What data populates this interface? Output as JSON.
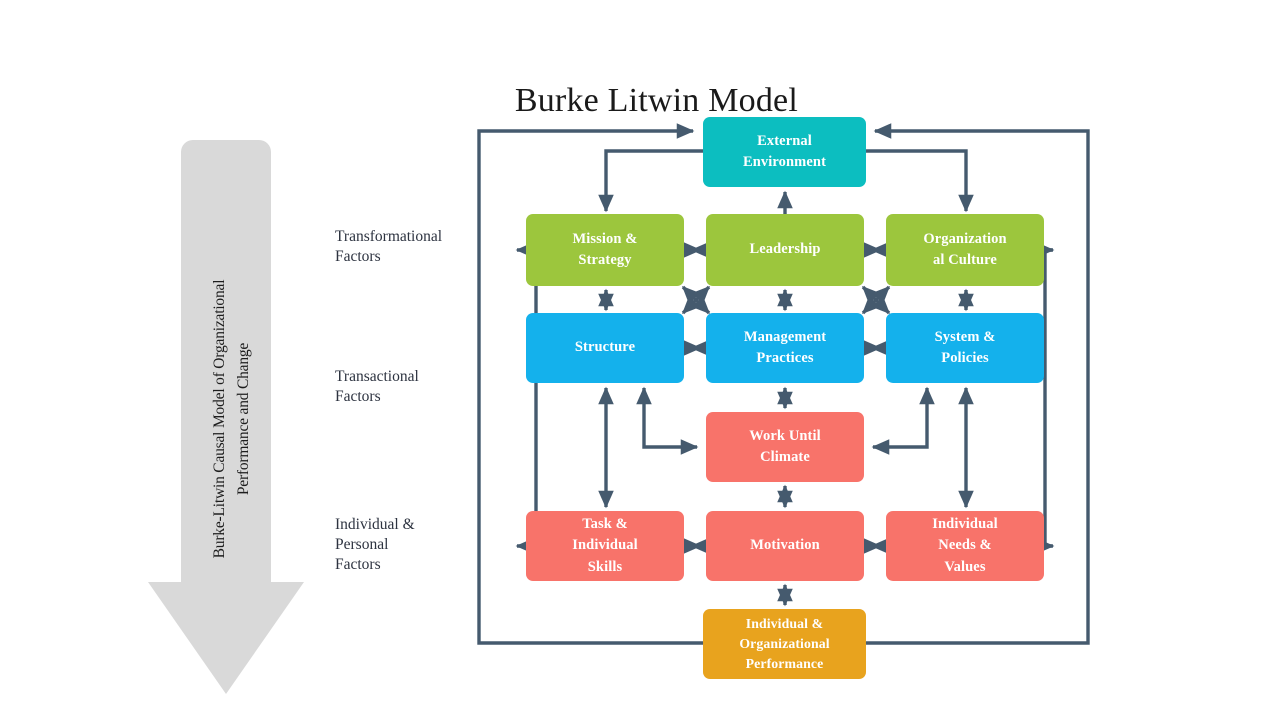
{
  "title": "Burke Litwin Model",
  "colors": {
    "teal": "#0CBEC0",
    "green": "#9CC63D",
    "blue": "#14B1EC",
    "red": "#F8736A",
    "orange": "#E8A31E",
    "connector": "#455A6E",
    "arrow_grey": "#D9D9D9",
    "label_text": "#2D3340",
    "title_text": "#1A1A1A"
  },
  "side_arrow": {
    "name": "burke-litwin-direction-arrow",
    "label_line_1": "Burke-Litwin Causal Model of Organizational",
    "label_line_2": "Performance and Change"
  },
  "categories": [
    {
      "id": "transformational",
      "lines": [
        "Transformational",
        "Factors"
      ]
    },
    {
      "id": "transactional",
      "lines": [
        "Transactional",
        "Factors"
      ]
    },
    {
      "id": "individual-personal",
      "lines": [
        "Individual &",
        "Personal",
        "Factors"
      ]
    }
  ],
  "nodes": [
    {
      "id": "external-environment",
      "lines": [
        "External",
        "Environment"
      ],
      "color": "teal"
    },
    {
      "id": "mission-strategy",
      "lines": [
        "Mission &",
        "Strategy"
      ],
      "color": "green"
    },
    {
      "id": "leadership",
      "lines": [
        "Leadership"
      ],
      "color": "green"
    },
    {
      "id": "organizational-culture",
      "lines": [
        "Organization",
        "al Culture"
      ],
      "color": "green"
    },
    {
      "id": "structure",
      "lines": [
        "Structure"
      ],
      "color": "blue"
    },
    {
      "id": "management-practices",
      "lines": [
        "Management",
        "Practices"
      ],
      "color": "blue"
    },
    {
      "id": "system-policies",
      "lines": [
        "System &",
        "Policies"
      ],
      "color": "blue"
    },
    {
      "id": "work-unit-climate",
      "lines": [
        "Work Until",
        "Climate"
      ],
      "color": "red"
    },
    {
      "id": "task-individual-skills",
      "lines": [
        "Task &",
        "Individual",
        "Skills"
      ],
      "color": "red"
    },
    {
      "id": "motivation",
      "lines": [
        "Motivation"
      ],
      "color": "red"
    },
    {
      "id": "individual-needs-values",
      "lines": [
        "Individual",
        "Needs &",
        "Values"
      ],
      "color": "red"
    },
    {
      "id": "individual-organizational-performance",
      "lines": [
        "Individual &",
        "Organizational",
        "Performance"
      ],
      "color": "orange"
    }
  ]
}
